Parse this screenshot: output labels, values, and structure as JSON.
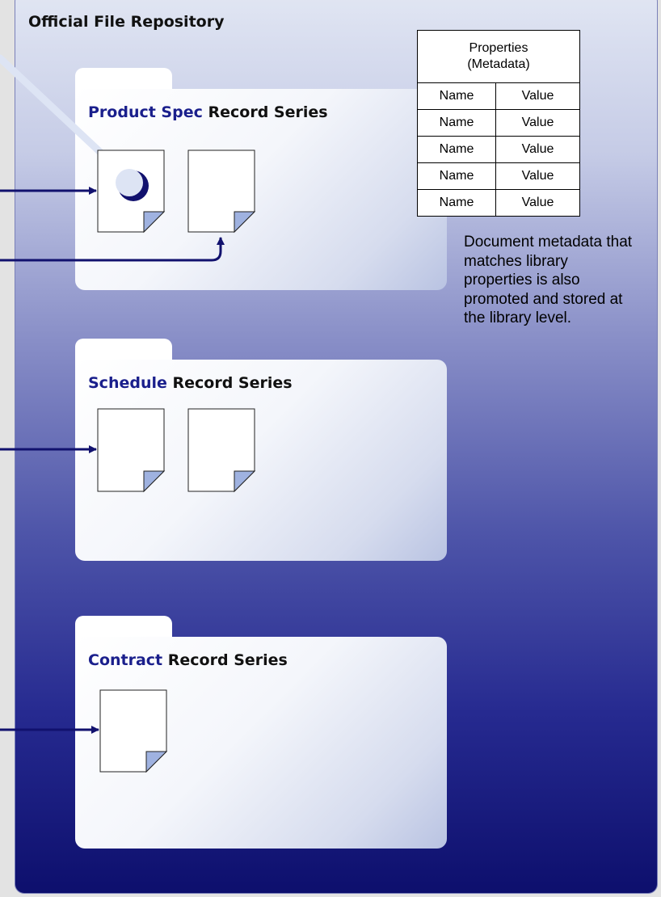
{
  "repository": {
    "title": "Official File Repository"
  },
  "record_series": [
    {
      "accent": "Product Spec",
      "suffix": " Record Series"
    },
    {
      "accent": "Schedule",
      "suffix": " Record Series"
    },
    {
      "accent": "Contract",
      "suffix": " Record Series"
    }
  ],
  "properties_table": {
    "header_line1": "Properties",
    "header_line2": "(Metadata)",
    "rows": [
      {
        "name": "Name",
        "value": "Value"
      },
      {
        "name": "Name",
        "value": "Value"
      },
      {
        "name": "Name",
        "value": "Value"
      },
      {
        "name": "Name",
        "value": "Value"
      },
      {
        "name": "Name",
        "value": "Value"
      }
    ]
  },
  "note": {
    "text": "Document metadata that matches library properties is also promoted and stored at the library level."
  },
  "colors": {
    "accent_text": "#1a1f8c",
    "arrow": "#11116e",
    "doc_fold": "#9fb2e0",
    "metadata_link": "#dde4f4"
  }
}
